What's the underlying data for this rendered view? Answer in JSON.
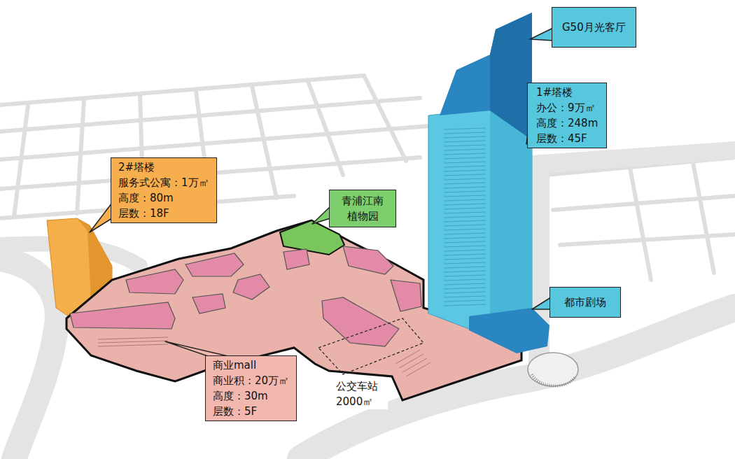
{
  "diagram": {
    "nodes": [
      {
        "text": [
          "G50月光客厅"
        ]
      },
      {
        "text": [
          "1#塔楼",
          "办公：9万㎡",
          "高度：248m",
          "层数：45F"
        ]
      },
      {
        "text": [
          "2#塔楼",
          "服务式公寓：1万㎡",
          "高度：80m",
          "层数：18F"
        ]
      },
      {
        "text": [
          "青浦江南 植物园"
        ]
      },
      {
        "text": [
          "都市剧场"
        ]
      },
      {
        "text": [
          "商业mall",
          "商业积：20万㎡",
          "高度：30m",
          "层数：5F"
        ]
      }
    ],
    "labels": [
      "公交车站 2000㎡"
    ]
  }
}
